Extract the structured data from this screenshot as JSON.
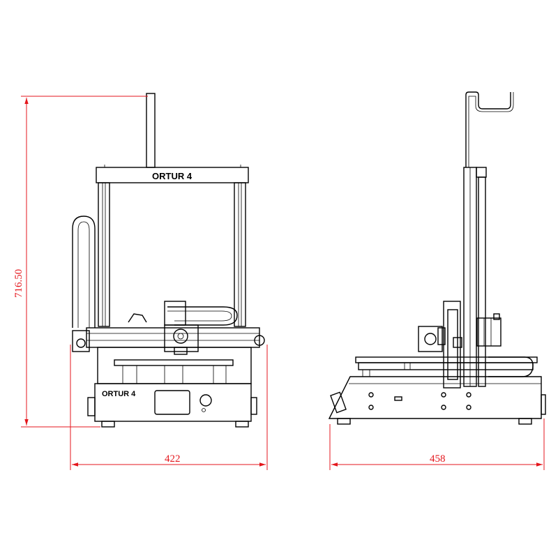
{
  "diagram": {
    "front_view": {
      "height_dimension": "716.50",
      "width_dimension": "422",
      "brand_top": "ORTUR 4",
      "brand_base": "ORTUR 4"
    },
    "side_view": {
      "width_dimension": "458"
    },
    "colors": {
      "dimension": "#e4161c",
      "line": "#000000",
      "background": "#ffffff"
    }
  }
}
